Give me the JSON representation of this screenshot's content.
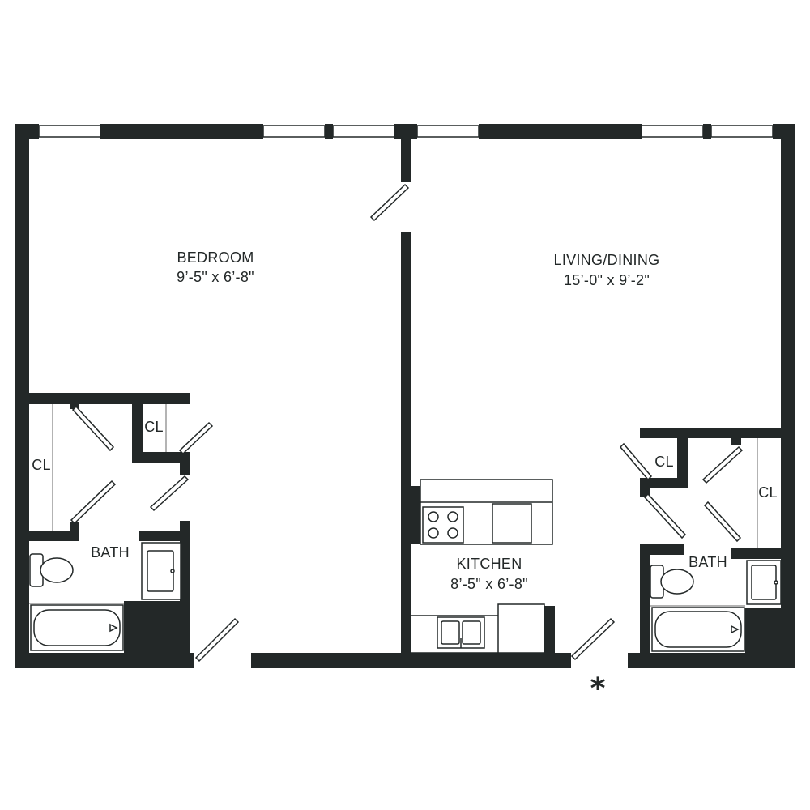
{
  "colors": {
    "wall": "#232828",
    "fixture": "#9a9a9a",
    "background": "#ffffff",
    "label": "#232828"
  },
  "rooms": {
    "bedroom": {
      "name": "BEDROOM",
      "size": "9’-5\" x 6’-8\""
    },
    "living": {
      "name": "LIVING/DINING",
      "size": "15’-0\" x 9’-2\""
    },
    "kitchen": {
      "name": "KITCHEN",
      "size": "8’-5\" x 6’-8\""
    },
    "bath_left": {
      "name": "BATH"
    },
    "bath_right": {
      "name": "BATH"
    },
    "closet_left_tall": {
      "name": "CL"
    },
    "closet_left_small": {
      "name": "CL"
    },
    "closet_right_small": {
      "name": "CL"
    },
    "closet_right_tall": {
      "name": "CL"
    }
  },
  "entry": {
    "symbol": "*"
  }
}
